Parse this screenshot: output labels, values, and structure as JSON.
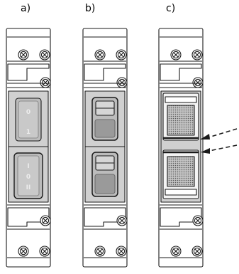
{
  "labels": {
    "a": "a)",
    "b": "b)",
    "c": "c)"
  },
  "switch_markings": {
    "upper": [
      "0",
      "1"
    ],
    "lower": [
      "I",
      "0",
      "II"
    ]
  },
  "colors": {
    "outline": "#1a1a1a",
    "panel": "#d0d0d0",
    "rocker": "#bcbcbc",
    "rocker_dark": "#8c8c8c",
    "window_fill": "#c4c4c4",
    "dots": "#5a5a5a",
    "marking": "#ececec"
  }
}
